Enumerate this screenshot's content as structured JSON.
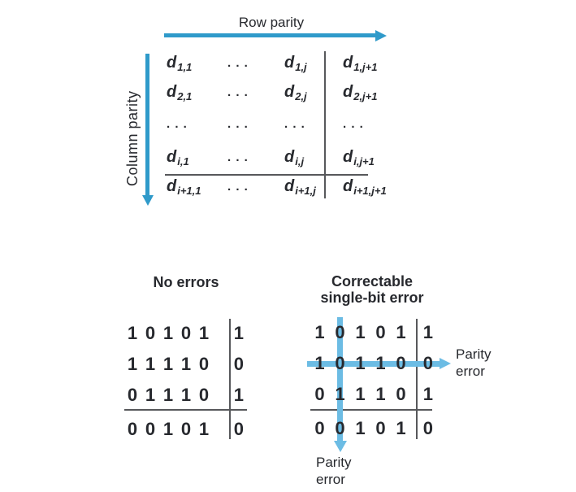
{
  "colors": {
    "accent_blue": "#2f9aca",
    "light_blue": "#6cbce4",
    "line_grey": "#57585b",
    "text_dark": "#27292e"
  },
  "top": {
    "row_parity_label": "Row parity",
    "column_parity_label": "Column parity",
    "matrix": {
      "dots_text": ". . .",
      "rows": [
        [
          {
            "base": "d",
            "sub": "1,1"
          },
          {
            "dots": true
          },
          {
            "base": "d",
            "sub": "1,j"
          },
          {
            "base": "d",
            "sub": "1,j+1"
          }
        ],
        [
          {
            "base": "d",
            "sub": "2,1"
          },
          {
            "dots": true
          },
          {
            "base": "d",
            "sub": "2,j"
          },
          {
            "base": "d",
            "sub": "2,j+1"
          }
        ],
        [
          {
            "dots": true
          },
          {
            "dots": true
          },
          {
            "dots": true
          },
          {
            "dots": true
          }
        ],
        [
          {
            "base": "d",
            "sub": "i,1"
          },
          {
            "dots": true
          },
          {
            "base": "d",
            "sub": "i,j"
          },
          {
            "base": "d",
            "sub": "i,j+1"
          }
        ],
        [
          {
            "base": "d",
            "sub": "i+1,1"
          },
          {
            "dots": true
          },
          {
            "base": "d",
            "sub": "i+1,j"
          },
          {
            "base": "d",
            "sub": "i+1,j+1"
          }
        ]
      ]
    }
  },
  "no_errors": {
    "title": "No errors",
    "grid": [
      [
        "1",
        "0",
        "1",
        "0",
        "1",
        "1"
      ],
      [
        "1",
        "1",
        "1",
        "1",
        "0",
        "0"
      ],
      [
        "0",
        "1",
        "1",
        "1",
        "0",
        "1"
      ],
      [
        "0",
        "0",
        "1",
        "0",
        "1",
        "0"
      ]
    ]
  },
  "correctable": {
    "title": "Correctable single-bit error",
    "grid": [
      [
        "1",
        "0",
        "1",
        "0",
        "1",
        "1"
      ],
      [
        "1",
        "0",
        "1",
        "1",
        "0",
        "0"
      ],
      [
        "0",
        "1",
        "1",
        "1",
        "0",
        "1"
      ],
      [
        "0",
        "0",
        "1",
        "0",
        "1",
        "0"
      ]
    ],
    "error_row_index": 1,
    "error_col_index": 1,
    "right_parity_label": "Parity error",
    "bottom_parity_label": "Parity error"
  }
}
